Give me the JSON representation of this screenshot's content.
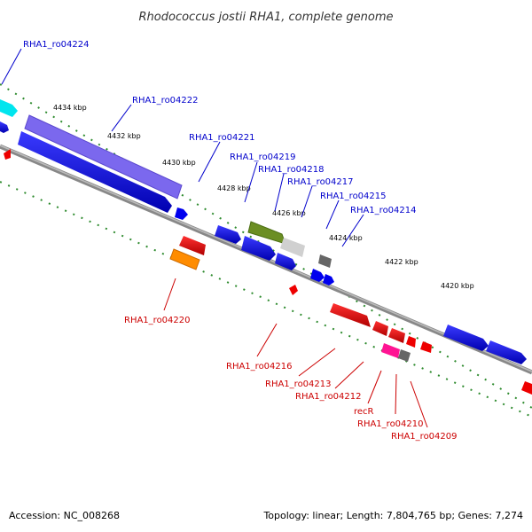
{
  "title": "Rhodococcus jostii RHA1, complete genome",
  "footer": {
    "accession": "Accession: NC_008268",
    "topology": "Topology: linear; Length: 7,804,765 bp; Genes: 7,274"
  },
  "scale_labels": [
    "4434 kbp",
    "4432 kbp",
    "4430 kbp",
    "4428 kbp",
    "4426 kbp",
    "4424 kbp",
    "4422 kbp",
    "4420 kbp"
  ],
  "genes_top": [
    {
      "name": "RHA1_ro04224",
      "color": "#0000cc"
    },
    {
      "name": "RHA1_ro04222",
      "color": "#0000cc"
    },
    {
      "name": "RHA1_ro04221",
      "color": "#0000cc"
    },
    {
      "name": "RHA1_ro04219",
      "color": "#0000cc"
    },
    {
      "name": "RHA1_ro04218",
      "color": "#0000cc"
    },
    {
      "name": "RHA1_ro04217",
      "color": "#0000cc"
    },
    {
      "name": "RHA1_ro04215",
      "color": "#0000cc"
    },
    {
      "name": "RHA1_ro04214",
      "color": "#0000cc"
    }
  ],
  "genes_bottom": [
    {
      "name": "RHA1_ro04220",
      "color": "#cc0000"
    },
    {
      "name": "RHA1_ro04216",
      "color": "#cc0000"
    },
    {
      "name": "RHA1_ro04213",
      "color": "#cc0000"
    },
    {
      "name": "RHA1_ro04212",
      "color": "#cc0000"
    },
    {
      "name": "recR",
      "color": "#cc0000"
    },
    {
      "name": "RHA1_ro04210",
      "color": "#cc0000"
    },
    {
      "name": "RHA1_ro04209",
      "color": "#cc0000"
    }
  ],
  "colors": {
    "forward_gene": "#0000ee",
    "reverse_gene": "#ee0000",
    "purple_gene": "#7b68ee",
    "olive_gene": "#6b8e23",
    "orange_gene": "#ff8c00",
    "pink_gene": "#ff1493",
    "gray_gene": "#666666",
    "cyan_gene": "#00e5ee",
    "backbone": "#888888",
    "tick": "#2e8b2e"
  }
}
